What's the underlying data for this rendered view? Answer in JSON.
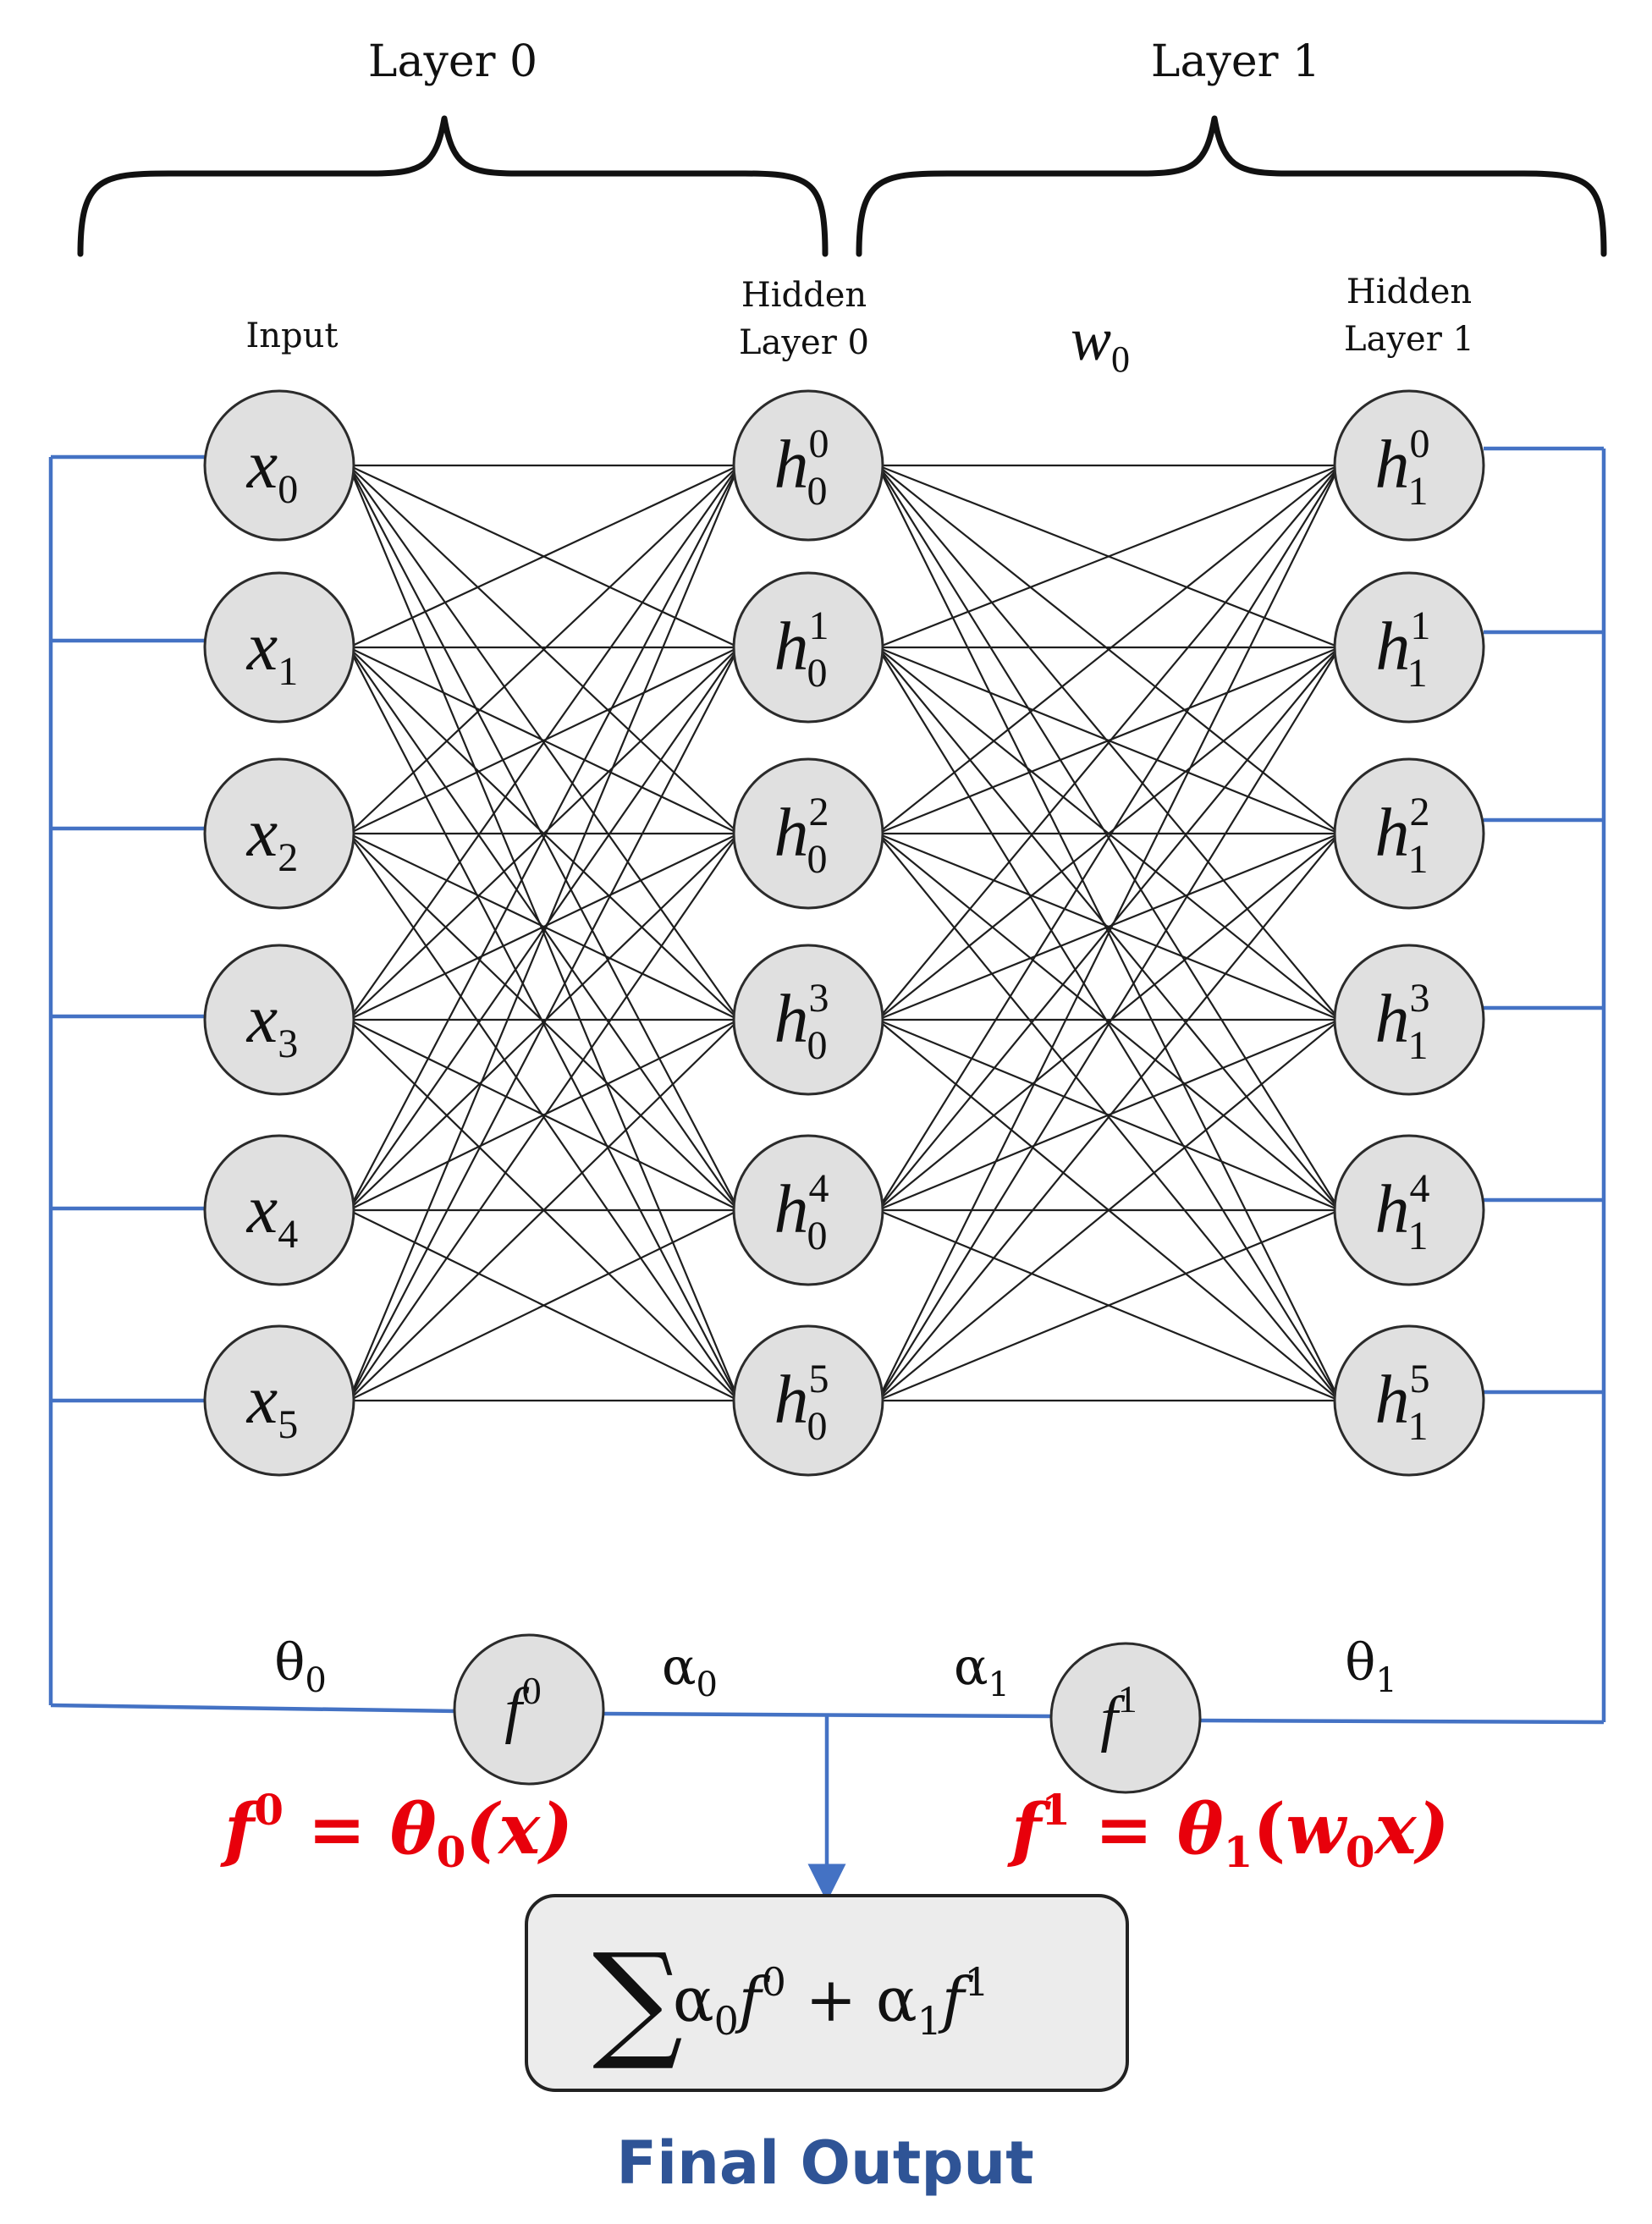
{
  "diagram": {
    "layer0_label": "Layer 0",
    "layer1_label": "Layer 1",
    "input_label": "Input",
    "hidden0_label_line1": "Hidden",
    "hidden0_label_line2": "Layer 0",
    "hidden1_label_line1": "Hidden",
    "hidden1_label_line2": "Layer 1",
    "weight_label": {
      "base": "w",
      "sub": "0"
    },
    "input_nodes": [
      {
        "base": "x",
        "sub": "0"
      },
      {
        "base": "x",
        "sub": "1"
      },
      {
        "base": "x",
        "sub": "2"
      },
      {
        "base": "x",
        "sub": "3"
      },
      {
        "base": "x",
        "sub": "4"
      },
      {
        "base": "x",
        "sub": "5"
      }
    ],
    "hidden0_nodes": [
      {
        "base": "h",
        "sup": "0",
        "sub": "0"
      },
      {
        "base": "h",
        "sup": "1",
        "sub": "0"
      },
      {
        "base": "h",
        "sup": "2",
        "sub": "0"
      },
      {
        "base": "h",
        "sup": "3",
        "sub": "0"
      },
      {
        "base": "h",
        "sup": "4",
        "sub": "0"
      },
      {
        "base": "h",
        "sup": "5",
        "sub": "0"
      }
    ],
    "hidden1_nodes": [
      {
        "base": "h",
        "sup": "0",
        "sub": "1"
      },
      {
        "base": "h",
        "sup": "1",
        "sub": "1"
      },
      {
        "base": "h",
        "sup": "2",
        "sub": "1"
      },
      {
        "base": "h",
        "sup": "3",
        "sub": "1"
      },
      {
        "base": "h",
        "sup": "4",
        "sub": "1"
      },
      {
        "base": "h",
        "sup": "5",
        "sub": "1"
      }
    ],
    "theta0": {
      "base": "θ",
      "sub": "0"
    },
    "theta1": {
      "base": "θ",
      "sub": "1"
    },
    "alpha0": {
      "base": "α",
      "sub": "0"
    },
    "alpha1": {
      "base": "α",
      "sub": "1"
    },
    "f0_node": {
      "base": "f",
      "sup": "0"
    },
    "f1_node": {
      "base": "f",
      "sup": "1"
    },
    "formula_f0": {
      "f": "f",
      "f_sup": "0",
      "eq": " = ",
      "theta": "θ",
      "theta_sub": "0",
      "arg": "(x)"
    },
    "formula_f1": {
      "f": "f",
      "f_sup": "1",
      "eq": " = ",
      "theta": "θ",
      "theta_sub": "1",
      "arg_open": "(",
      "w": "w",
      "w_sub": "0",
      "arg_close": "x)"
    },
    "sum_expression": {
      "sigma": "∑",
      "a0": "α",
      "a0_sub": "0",
      "f0": "f",
      "f0_sup": "0",
      "plus": " + ",
      "a1": "α",
      "a1_sub": "1",
      "f1": "f",
      "f1_sup": "1"
    },
    "final_output_label": "Final Output",
    "colors": {
      "blue_line": "#4472c4",
      "formula_red": "#e8000b",
      "final_output": "#2f5496",
      "node_fill": "#e0e0e0"
    }
  }
}
